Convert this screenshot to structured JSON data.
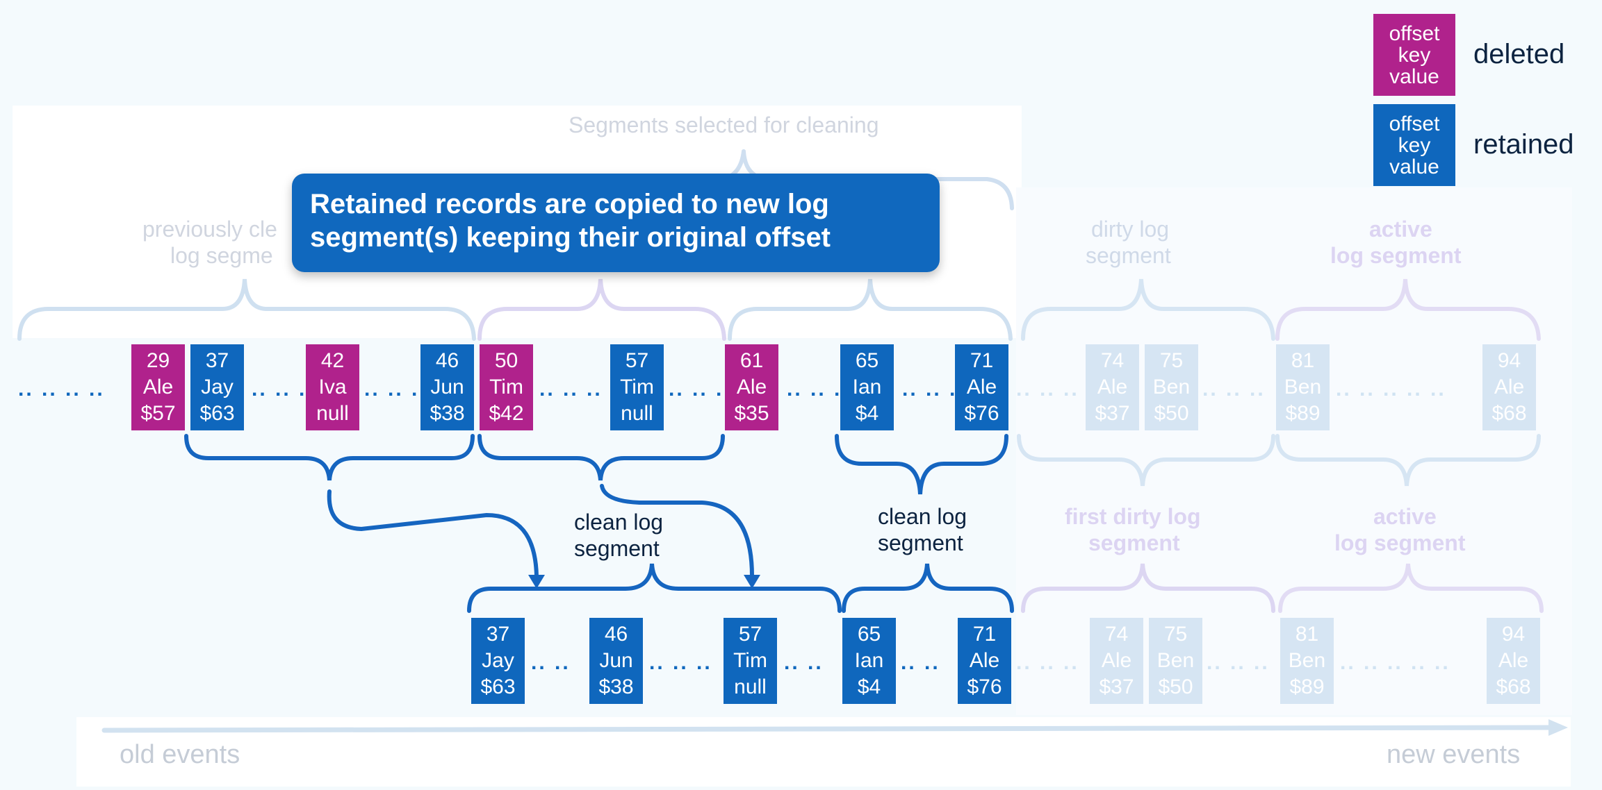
{
  "legend": {
    "items": [
      {
        "lines": [
          "offset",
          "key",
          "value"
        ],
        "label": "deleted",
        "color": "#b0228c"
      },
      {
        "lines": [
          "offset",
          "key",
          "value"
        ],
        "label": "retained",
        "color": "#0f67bd"
      }
    ]
  },
  "callout": {
    "line1": "Retained records are copied to new log",
    "line2": "segment(s) keeping their original offset"
  },
  "labels": {
    "selected": "Segments selected for cleaning",
    "prev_clean_1": "previously cle",
    "prev_clean_2": "log segme",
    "dirty_1": "dirty log",
    "dirty_2": "segment",
    "active_top_1": "active",
    "active_top_2": "log segment",
    "clean1_1": "clean log",
    "clean1_2": "segment",
    "clean2_1": "clean log",
    "clean2_2": "segment",
    "first_dirty_1": "first dirty log",
    "first_dirty_2": "segment",
    "active_bot_1": "active",
    "active_bot_2": "log segment",
    "old_events": "old events",
    "new_events": "new events"
  },
  "top_records": [
    {
      "offset": "29",
      "key": "Ale",
      "value": "$57",
      "status": "deleted"
    },
    {
      "offset": "37",
      "key": "Jay",
      "value": "$63",
      "status": "retained"
    },
    {
      "offset": "42",
      "key": "Iva",
      "value": "null",
      "status": "deleted"
    },
    {
      "offset": "46",
      "key": "Jun",
      "value": "$38",
      "status": "retained"
    },
    {
      "offset": "50",
      "key": "Tim",
      "value": "$42",
      "status": "deleted"
    },
    {
      "offset": "57",
      "key": "Tim",
      "value": "null",
      "status": "retained"
    },
    {
      "offset": "61",
      "key": "Ale",
      "value": "$35",
      "status": "deleted"
    },
    {
      "offset": "65",
      "key": "Ian",
      "value": "$4",
      "status": "retained"
    },
    {
      "offset": "71",
      "key": "Ale",
      "value": "$76",
      "status": "retained"
    },
    {
      "offset": "74",
      "key": "Ale",
      "value": "$37",
      "status": "faded"
    },
    {
      "offset": "75",
      "key": "Ben",
      "value": "$50",
      "status": "faded"
    },
    {
      "offset": "81",
      "key": "Ben",
      "value": "$89",
      "status": "faded"
    },
    {
      "offset": "94",
      "key": "Ale",
      "value": "$68",
      "status": "faded"
    }
  ],
  "bottom_records": [
    {
      "offset": "37",
      "key": "Jay",
      "value": "$63",
      "status": "retained"
    },
    {
      "offset": "46",
      "key": "Jun",
      "value": "$38",
      "status": "retained"
    },
    {
      "offset": "57",
      "key": "Tim",
      "value": "null",
      "status": "retained"
    },
    {
      "offset": "65",
      "key": "Ian",
      "value": "$4",
      "status": "retained"
    },
    {
      "offset": "71",
      "key": "Ale",
      "value": "$76",
      "status": "retained"
    },
    {
      "offset": "74",
      "key": "Ale",
      "value": "$37",
      "status": "faded"
    },
    {
      "offset": "75",
      "key": "Ben",
      "value": "$50",
      "status": "faded"
    },
    {
      "offset": "81",
      "key": "Ben",
      "value": "$89",
      "status": "faded"
    },
    {
      "offset": "94",
      "key": "Ale",
      "value": "$68",
      "status": "faded"
    }
  ]
}
